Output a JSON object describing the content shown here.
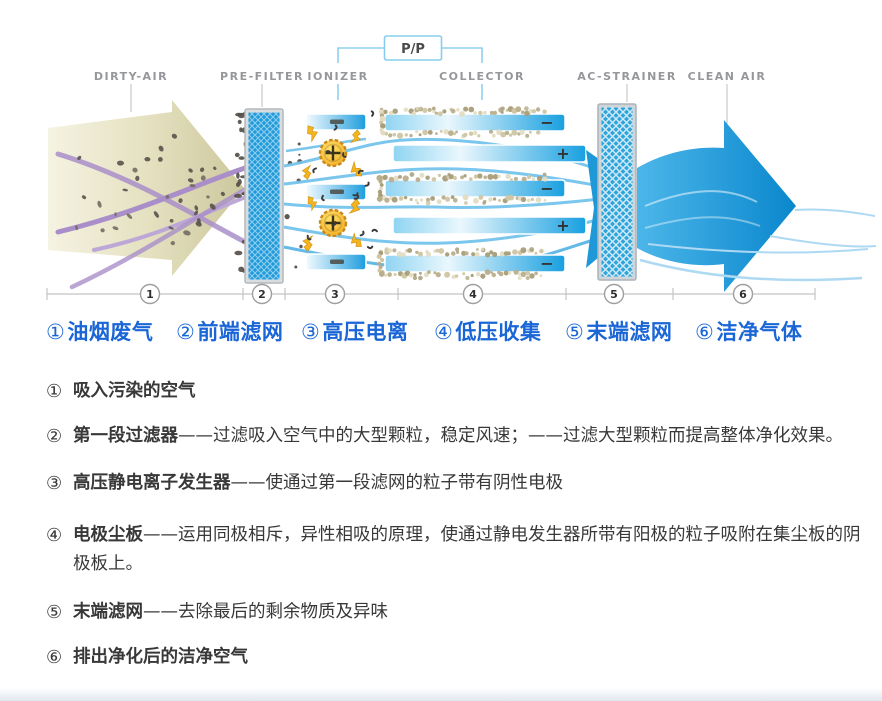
{
  "colors": {
    "accent-blue": "#1f9bdb",
    "deep-blue": "#0d8ed3",
    "stream-blue": "#74c3ec",
    "label-gray": "#96979a",
    "legend-blue": "#1a66d6",
    "beige": "#d6d1a6",
    "smoke-purple": "#a98ec9",
    "ion-yellow": "#f5c033",
    "text-dark": "#383838"
  },
  "header": {
    "pp_label": "P/P",
    "stage_labels": [
      "DIRTY-AIR",
      "PRE-FILTER",
      "IONIZER",
      "COLLECTOR",
      "AC-STRAINER",
      "CLEAN AIR"
    ]
  },
  "collector": {
    "plate_signs": [
      "−",
      "+",
      "−",
      "+",
      "−"
    ]
  },
  "section_markers": [
    "1",
    "2",
    "3",
    "4",
    "5",
    "6"
  ],
  "legend": [
    {
      "num": "①",
      "label": "油烟废气"
    },
    {
      "num": "②",
      "label": "前端滤网"
    },
    {
      "num": "③",
      "label": "高压电离"
    },
    {
      "num": "④",
      "label": "低压收集"
    },
    {
      "num": "⑤",
      "label": "末端滤网"
    },
    {
      "num": "⑥",
      "label": "洁净气体"
    }
  ],
  "descriptions": [
    {
      "num": "①",
      "bold": "吸入污染的空气",
      "rest": ""
    },
    {
      "num": "②",
      "bold": "第一段过滤器",
      "rest": "——过滤吸入空气中的大型颗粒，稳定风速；——过滤大型颗粒而提高整体净化效果。"
    },
    {
      "num": "③",
      "bold": "高压静电离子发生器",
      "rest": "——使通过第一段滤网的粒子带有阴性电极"
    },
    {
      "num": "④",
      "bold": "电极尘板",
      "rest": "——运用同极相斥，异性相吸的原理，使通过静电发生器所带有阳极的粒子吸附在集尘板的阴极板上。"
    },
    {
      "num": "⑤",
      "bold": "末端滤网",
      "rest": "——去除最后的剩余物质及异味"
    },
    {
      "num": "⑥",
      "bold": "排出净化后的洁净空气",
      "rest": ""
    }
  ]
}
